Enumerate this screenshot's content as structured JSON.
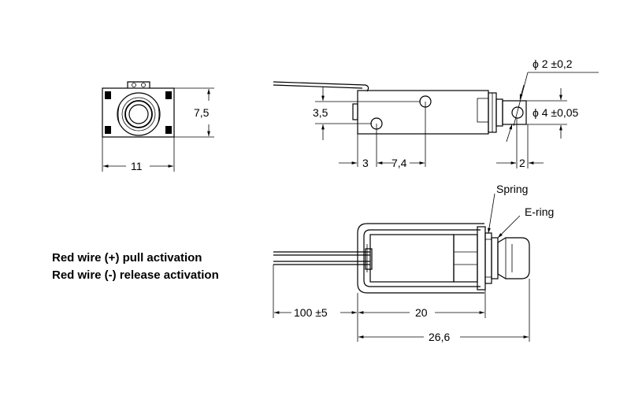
{
  "labels": {
    "width_11": "11",
    "height_7_5": "7,5",
    "dim_3_5": "3,5",
    "dim_3": "3",
    "dim_7_4": "7,4",
    "dim_2": "2",
    "dia_2": "ϕ 2 ±0,2",
    "dia_4": "ϕ 4 ±0,05",
    "spring": "Spring",
    "ering": "E-ring",
    "wire_len": "100 ±5",
    "body_len": "20",
    "total_len": "26,6"
  },
  "notes": {
    "line1": "Red wire (+) pull activation",
    "line2": "Red wire (-) release activation"
  }
}
